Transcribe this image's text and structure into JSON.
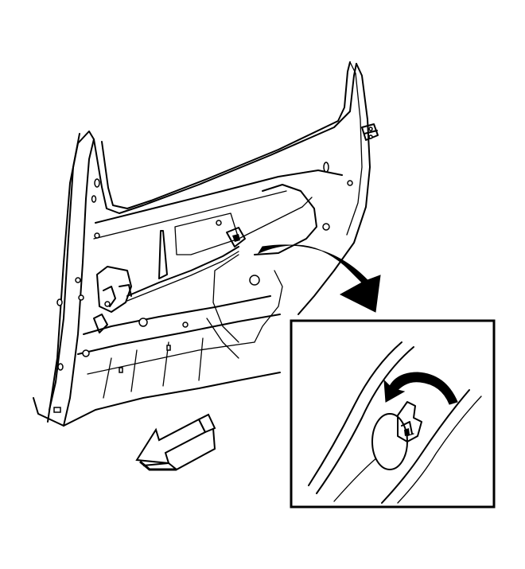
{
  "figure": {
    "subject": "rear-door-interior-panel-with-rod-clip",
    "line_color": "#000000",
    "background": "#ffffff",
    "callouts": [
      "rotation-arrow",
      "detail-inset",
      "forward-direction-arrow"
    ]
  }
}
